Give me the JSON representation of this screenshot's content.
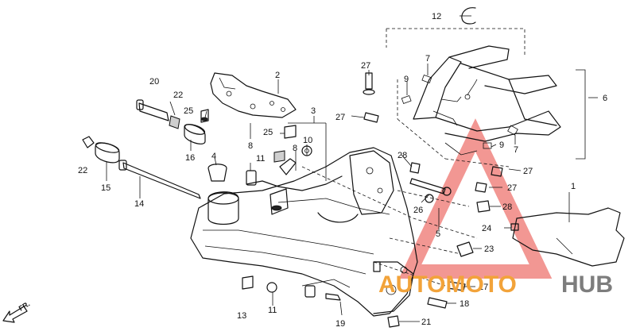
{
  "watermark": {
    "part1": "AUTOMOTO",
    "part2": "HUB",
    "color_orange": "#f2a33a",
    "color_gray": "#7d7d7d",
    "triangle_color": "#e8413a"
  },
  "direction_label": "FR.",
  "callouts": {
    "c1": "1",
    "c2": "2",
    "c3": "3",
    "c4": "4",
    "c5": "5",
    "c6": "6",
    "c7a": "7",
    "c7b": "7",
    "c8a": "8",
    "c8b": "8",
    "c9a": "9",
    "c9b": "9",
    "c10": "10",
    "c11a": "11",
    "c11b": "11",
    "c12": "12",
    "c13": "13",
    "c14": "14",
    "c15": "15",
    "c16": "16",
    "c17": "17",
    "c18": "18",
    "c19": "19",
    "c20": "20",
    "c21": "21",
    "c22a": "22",
    "c22b": "22",
    "c23": "23",
    "c24": "24",
    "c25a": "25",
    "c25b": "25",
    "c26": "26",
    "c27a": "27",
    "c27b": "27",
    "c27c": "27",
    "c27d": "27",
    "c28a": "28",
    "c28b": "28"
  }
}
